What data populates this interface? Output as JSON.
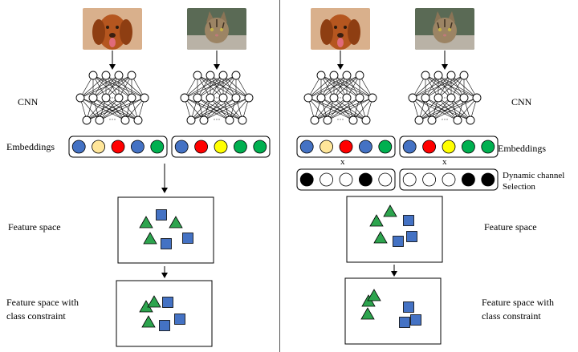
{
  "labels": {
    "cnn": "CNN",
    "embeddings": "Embeddings",
    "feature_space": "Feature space",
    "feature_space_constraint_line1": "Feature space with",
    "feature_space_constraint_line2": "class constraint",
    "dynamic_line1": "Dynamic channel",
    "dynamic_line2": "Selection",
    "multiply": "x",
    "dots": "···"
  },
  "colors": {
    "blue": "#4472c4",
    "cream": "#ffe699",
    "red": "#ff0000",
    "yellow": "#ffff00",
    "green": "#00b050",
    "triangle": "#2da44e",
    "square": "#4472c4",
    "black": "#000000",
    "white": "#ffffff"
  },
  "images": {
    "dog": "dog-photo",
    "cat": "cat-photo"
  },
  "embeddings": {
    "left_dog": [
      "blue",
      "cream",
      "red",
      "blue",
      "green"
    ],
    "left_cat": [
      "blue",
      "red",
      "yellow",
      "green",
      "green"
    ],
    "right_dog": [
      "blue",
      "cream",
      "red",
      "blue",
      "green"
    ],
    "right_cat": [
      "blue",
      "red",
      "yellow",
      "green",
      "green"
    ]
  },
  "channel_masks": {
    "dog": [
      "black",
      "white",
      "white",
      "black",
      "white"
    ],
    "cat": [
      "white",
      "white",
      "white",
      "black",
      "black"
    ]
  }
}
